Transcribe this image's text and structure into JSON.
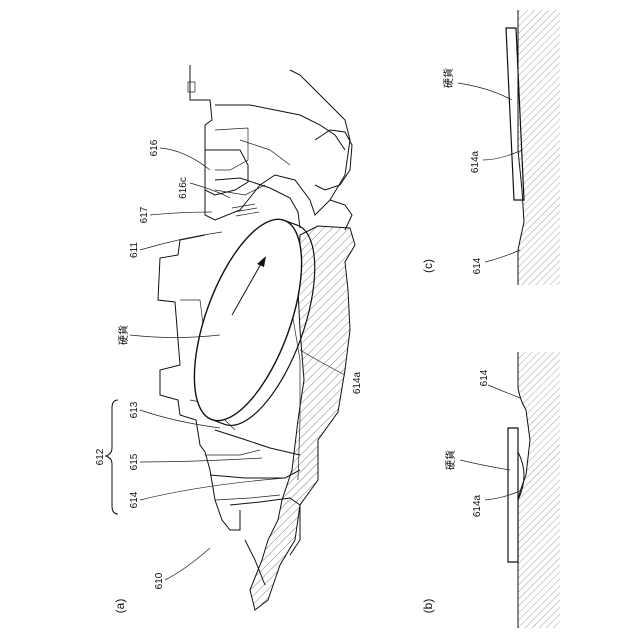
{
  "figure": {
    "panel_a": {
      "caption": "(a)",
      "labels": {
        "l610": "610",
        "l611": "611",
        "l612": "612",
        "l613": "613",
        "l614": "614",
        "l615": "615",
        "l616": "616",
        "l616c": "616c",
        "l617": "617",
        "l614a": "614a",
        "coin": "硬貨"
      }
    },
    "panel_b": {
      "caption": "(b)",
      "labels": {
        "l614": "614",
        "l614a": "614a",
        "coin": "硬貨"
      }
    },
    "panel_c": {
      "caption": "(c)",
      "labels": {
        "l614": "614",
        "l614a": "614a",
        "coin": "硬貨"
      }
    }
  }
}
